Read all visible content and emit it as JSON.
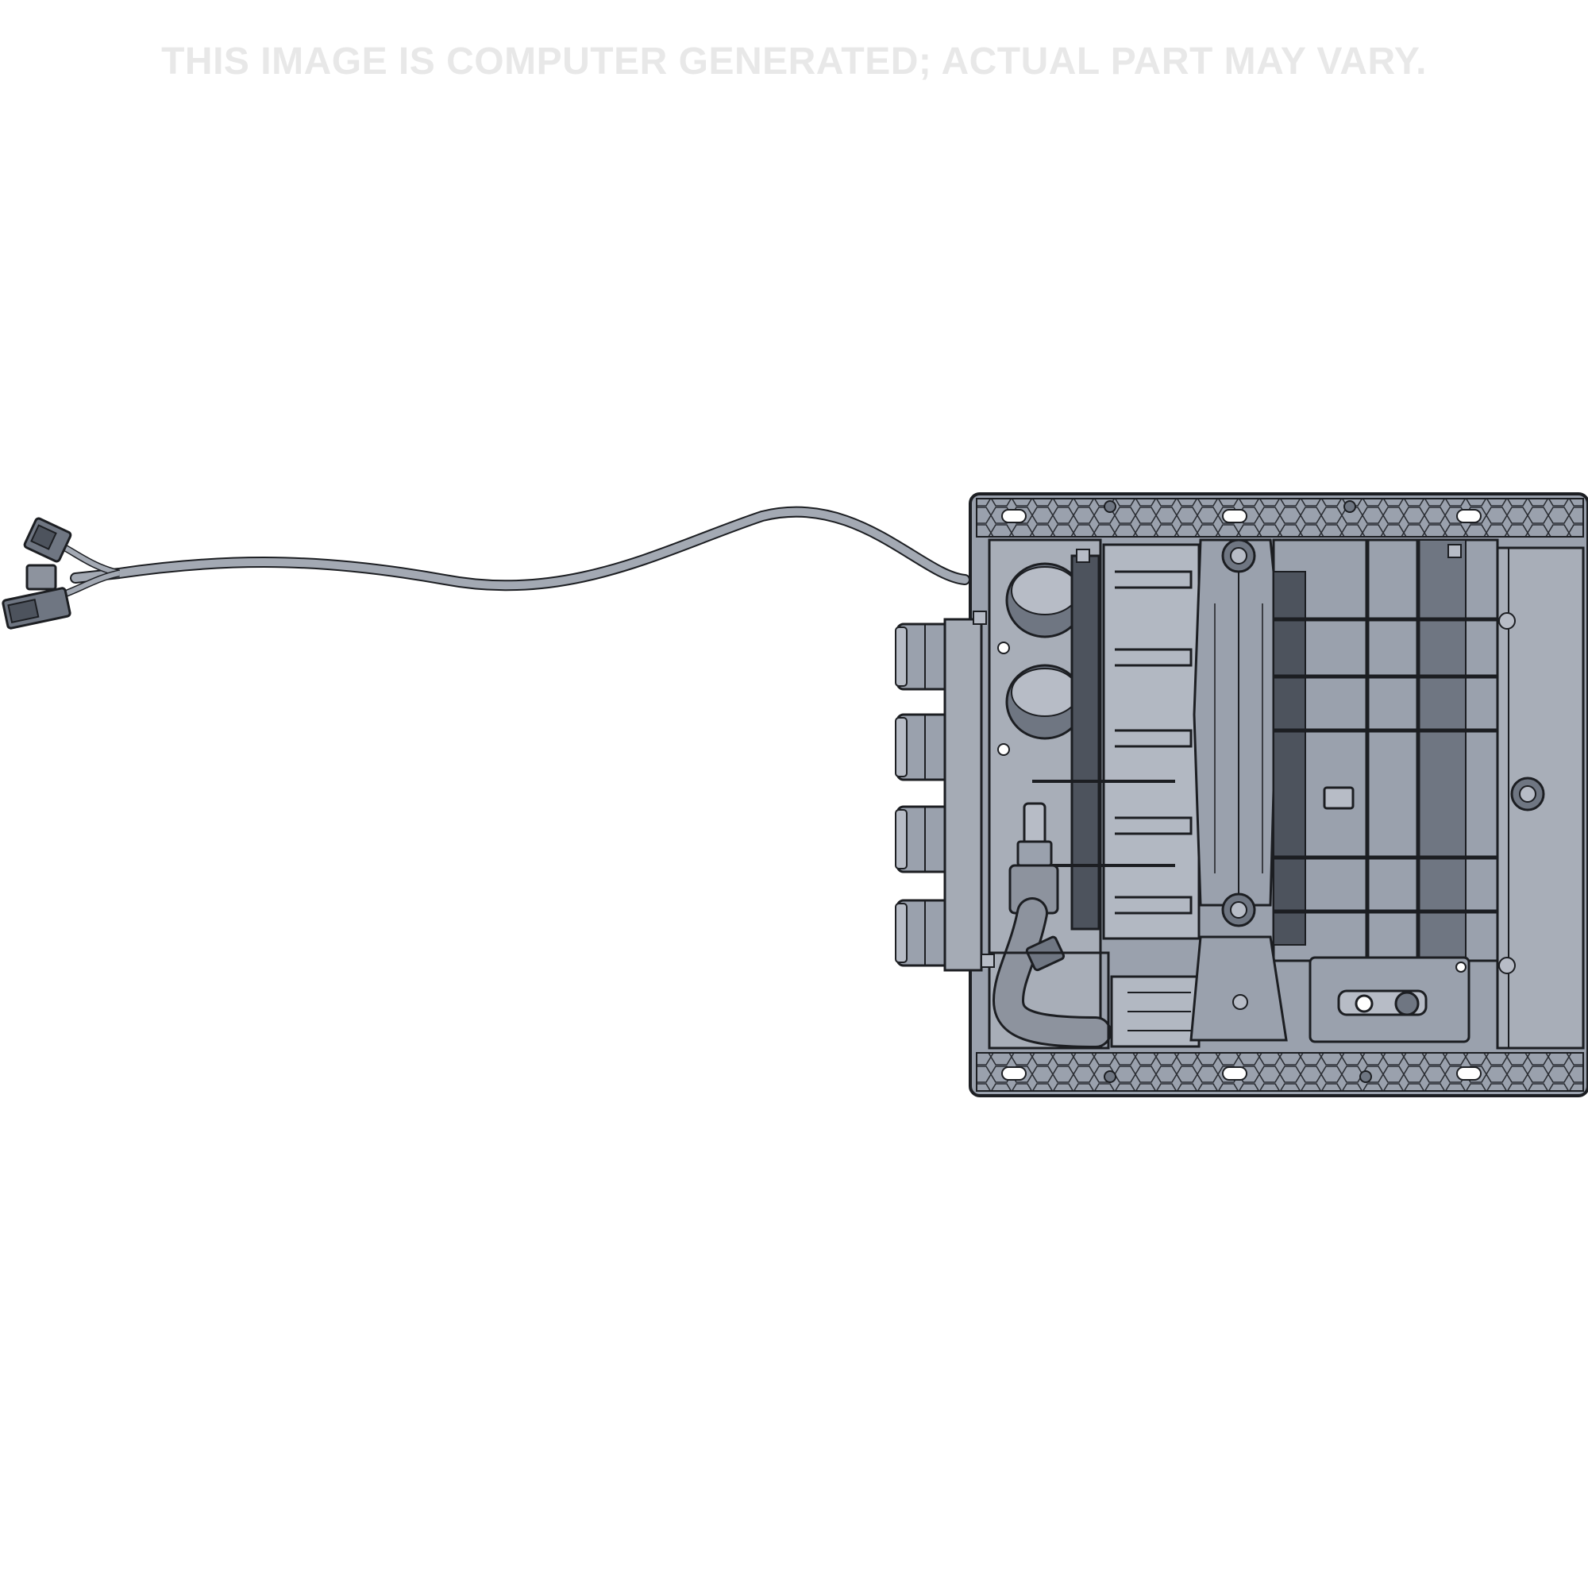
{
  "disclaimer": "THIS IMAGE IS COMPUTER GENERATED; ACTUAL PART MAY VARY.",
  "colors": {
    "body": "#9aa1ad",
    "body_light": "#b7bcc6",
    "body_dark": "#6f7682",
    "panel_dark": "#4d535d",
    "outline": "#1c1e22",
    "cable": "#a3a9b3",
    "background": "#ffffff",
    "watermark": "#e8e8e8"
  },
  "components": {
    "housing": "hvac-unit-housing",
    "harness": "wire-harness-cable",
    "connectors": "electrical-connector",
    "hose_ports": "coolant-hose-port",
    "heater_valve": "water-valve",
    "expansion_valve": "expansion-valve"
  }
}
